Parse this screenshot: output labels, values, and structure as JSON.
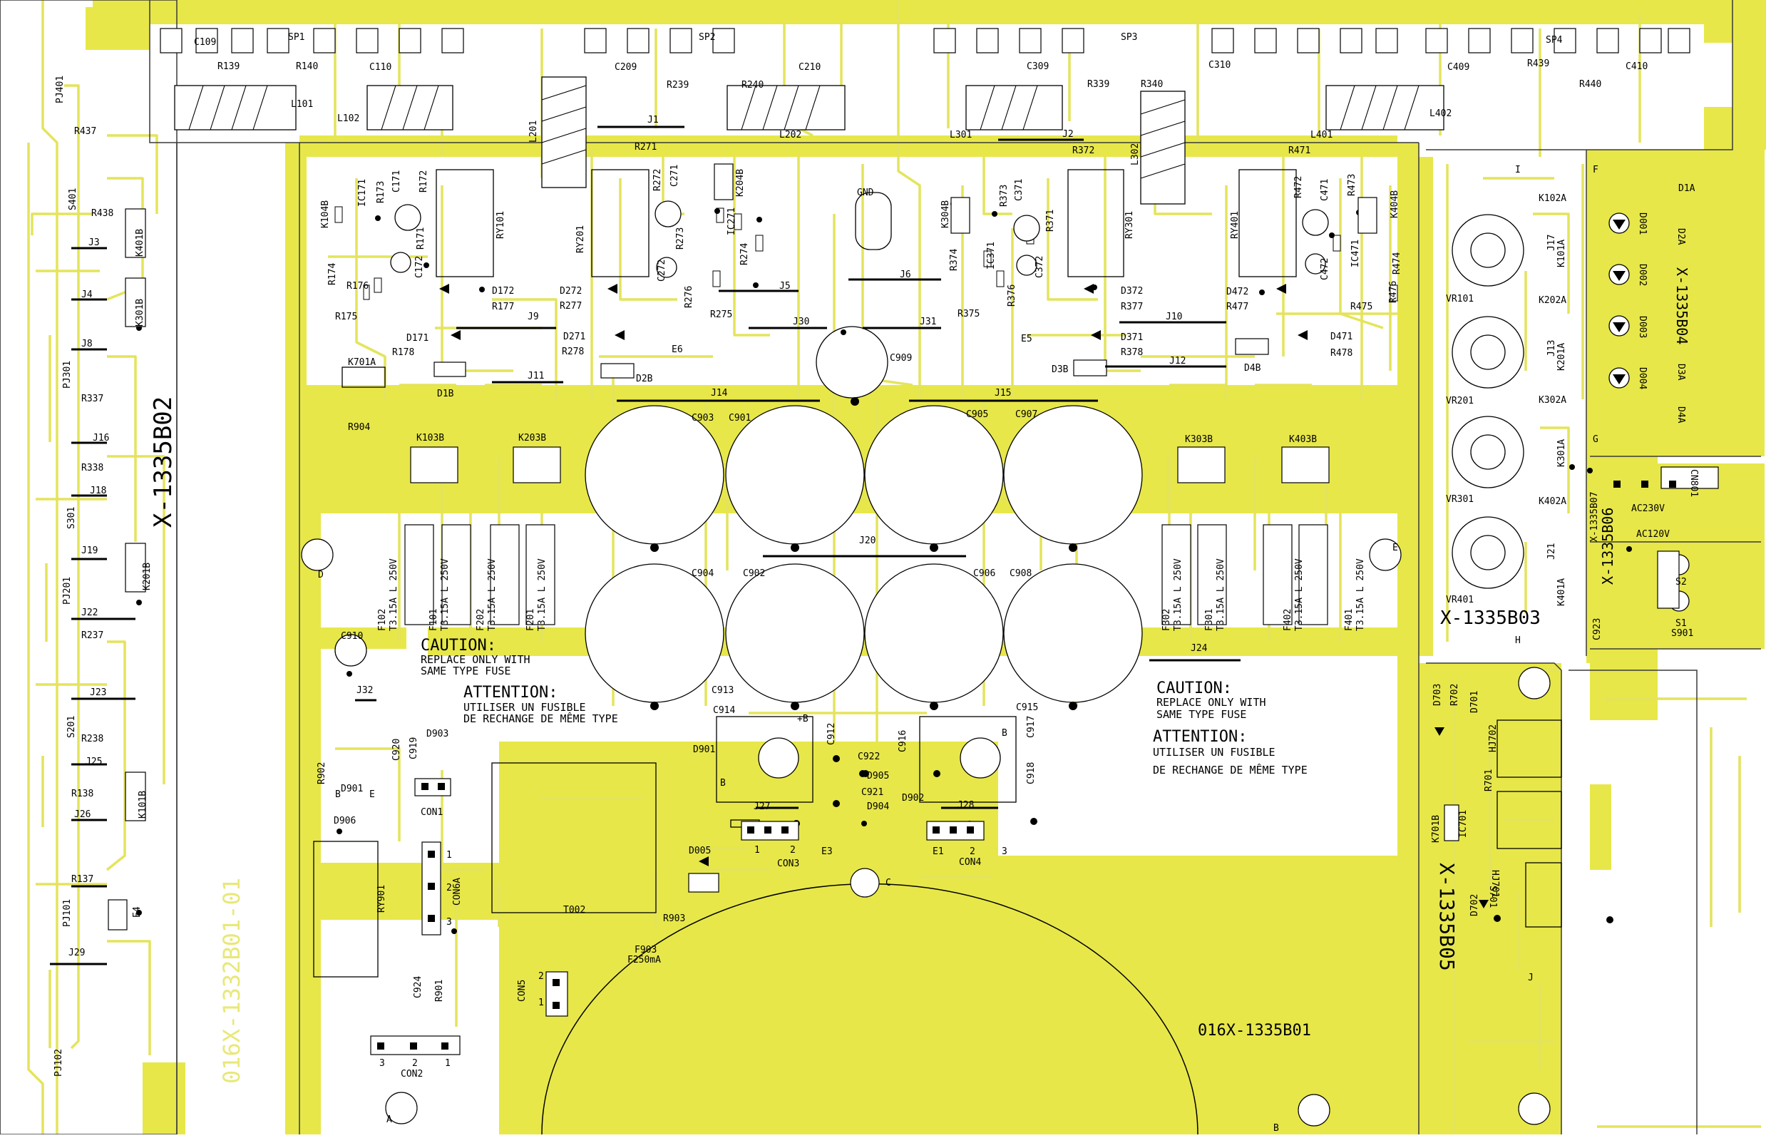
{
  "colors": {
    "copper": "#e7e74a",
    "trace": "#e4e45c",
    "bg": "#ffffff",
    "ink": "#000000",
    "outline": "#3a3a3a"
  },
  "board": {
    "id": "016X-1335B01",
    "sub_boards": {
      "b02": "X-1335B02",
      "b03": "X-1335B03",
      "b04": "X-1335B04",
      "b05": "X-1335B05",
      "b06": "X-1335B06",
      "b07": "X-1335B07",
      "ghost": "016X-1332B01-01"
    },
    "caution_main": {
      "line1": "CAUTION:",
      "line2": "REPLACE ONLY WITH",
      "line3": "SAME TYPE FUSE",
      "fr1": "ATTENTION:",
      "fr2": "UTILISER UN FUSIBLE",
      "fr3": "DE RECHANGE DE MÊME TYPE"
    },
    "caution_right": {
      "line1": "CAUTION:",
      "line2": "REPLACE ONLY WITH",
      "line3": "SAME TYPE FUSE",
      "fr1": "ATTENTION:",
      "fr2": "UTILISER UN FUSIBLE",
      "fr3": "DE RECHANGE DE MÊME TYPE"
    },
    "speakers": [
      "SP1",
      "SP2",
      "SP3",
      "SP4"
    ],
    "gnd": "GND",
    "fuses": [
      {
        "ref": "F102",
        "rating": "T3.15A L 250V"
      },
      {
        "ref": "F101",
        "rating": "T3.15A L 250V"
      },
      {
        "ref": "F202",
        "rating": "T3.15A L 250V"
      },
      {
        "ref": "F201",
        "rating": "T3.15A L 250V"
      },
      {
        "ref": "F302",
        "rating": "T3.15A L 250V"
      },
      {
        "ref": "F301",
        "rating": "T3.15A L 250V"
      },
      {
        "ref": "F402",
        "rating": "T3.15A L 250V"
      },
      {
        "ref": "F401",
        "rating": "T3.15A L 250V"
      }
    ],
    "f903": {
      "ref": "F903",
      "rating": "F250mA"
    },
    "ac": {
      "a": "AC230V",
      "b": "AC120V"
    },
    "labels": [
      "C109",
      "R139",
      "R140",
      "C110",
      "L101",
      "L102",
      "C209",
      "R239",
      "R240",
      "C210",
      "L202",
      "L201",
      "J1",
      "C309",
      "R339",
      "R340",
      "C310",
      "L301",
      "L302",
      "J2",
      "C409",
      "R439",
      "R440",
      "C410",
      "L401",
      "L402",
      "R271",
      "R272",
      "C271",
      "RY201",
      "C272",
      "R273",
      "R276",
      "IC271",
      "R274",
      "R275",
      "K204B",
      "D272",
      "R277",
      "R171",
      "R172",
      "R173",
      "C171",
      "IC171",
      "RY101",
      "K104B",
      "R174",
      "R176",
      "C172",
      "R175",
      "D172",
      "R177",
      "J5",
      "J6",
      "J30",
      "J31",
      "J9",
      "J10",
      "J11",
      "J12",
      "J14",
      "J15",
      "J20",
      "J24",
      "J27",
      "J28",
      "J32",
      "D171",
      "R178",
      "D1B",
      "D271",
      "R278",
      "D2B",
      "E6",
      "E5",
      "C909",
      "K701A",
      "R904",
      "R371",
      "R372",
      "R373",
      "C371",
      "RY301",
      "K304B",
      "R374",
      "IC371",
      "C372",
      "R376",
      "R375",
      "D372",
      "R377",
      "D371",
      "R378",
      "D3B",
      "R471",
      "R472",
      "R473",
      "C471",
      "RY401",
      "K404B",
      "IC471",
      "C472",
      "R474",
      "D472",
      "R477",
      "R475",
      "R476",
      "D471",
      "R478",
      "D4B",
      "C903",
      "C901",
      "C905",
      "C907",
      "C904",
      "C902",
      "C906",
      "C908",
      "K103B",
      "K203B",
      "K303B",
      "K403B",
      "C910",
      "D903",
      "C920",
      "C919",
      "R902",
      "D901",
      "D906",
      "CON1",
      "CON6A",
      "RY901",
      "T002",
      "R903",
      "CON5",
      "C924",
      "R901",
      "CON2",
      "C913",
      "C914",
      "D901",
      "C912",
      "C922",
      "D905",
      "C921",
      "D904",
      "D005",
      "CON3",
      "E3",
      "C916",
      "C915",
      "C917",
      "C918",
      "D902",
      "CON4",
      "E1",
      "PJ401",
      "R437",
      "S401",
      "R438",
      "K401B",
      "J3",
      "J4",
      "K301B",
      "J8",
      "PJ301",
      "R337",
      "J16",
      "R338",
      "J18",
      "S301",
      "J19",
      "PJ201",
      "K201B",
      "J22",
      "R237",
      "J23",
      "S201",
      "R238",
      "J25",
      "R138",
      "K101B",
      "J26",
      "R137",
      "PJ101",
      "E4",
      "J29",
      "PJ102",
      "K102A",
      "VR101",
      "J17",
      "K101A",
      "K202A",
      "VR201",
      "J13",
      "K201A",
      "K302A",
      "VR301",
      "K301A",
      "K402A",
      "VR401",
      "J21",
      "K401A",
      "D1A",
      "D001",
      "D2A",
      "D002",
      "D003",
      "D3A",
      "D004",
      "D4A",
      "CN801",
      "S2",
      "S1",
      "S901",
      "C923",
      "D703",
      "R702",
      "D701",
      "HJ702",
      "R701",
      "K701B",
      "IC701",
      "HJ701",
      "D702",
      "S701",
      "A",
      "B",
      "C",
      "D",
      "E",
      "F",
      "G",
      "H",
      "I",
      "J"
    ],
    "con_pins": {
      "one": "1",
      "two": "2",
      "three": "3",
      "plus_b": "+B",
      "b": "B",
      "e": "E"
    }
  }
}
